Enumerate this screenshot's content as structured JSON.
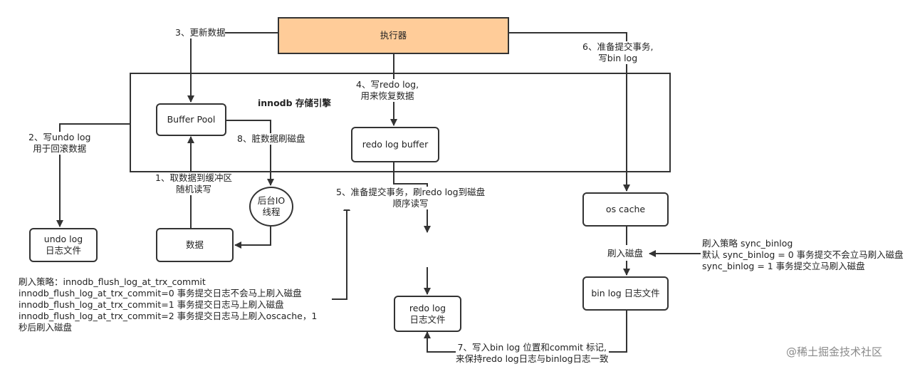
{
  "nodes": {
    "executor": {
      "label": "执行器",
      "fill": "#ffcc99"
    },
    "buffer_pool": {
      "label": "Buffer Pool"
    },
    "redo_log_buffer": {
      "label": "redo log buffer"
    },
    "undo_log_file": {
      "label": "undo log\n日志文件"
    },
    "data": {
      "label": "数据"
    },
    "background_io": {
      "label": "后台IO\n线程"
    },
    "redo_log_file": {
      "label": "redo log\n日志文件"
    },
    "os_cache": {
      "label": "os cache"
    },
    "bin_log_file": {
      "label": "bin log 日志文件"
    }
  },
  "innodb_label": "innodb 存储引擎",
  "edges": {
    "e1": "1、取数据到缓冲区\n随机读写",
    "e2": "2、写undo log\n用于回滚数据",
    "e3": "3、更新数据",
    "e4": "4、写redo log,\n用来恢复数据",
    "e5": "5、准备提交事务，刷redo log到磁盘\n顺序读写",
    "e6": "6、准备提交事务,\n写bin log",
    "e7": "7、写入bin log 位置和commit 标记,\n来保持redo log日志与binlog日志一致",
    "e8": "8、脏数据刷磁盘",
    "flush_disk": "刷入磁盘"
  },
  "notes": {
    "innodb_policy": "刷入策略：innodb_flush_log_at_trx_commit\ninnodb_flush_log_at_trx_commit=0 事务提交日志不会马上刷入磁盘\ninnodb_flush_log_at_trx_commit=1 事务提交日志马上刷入磁盘\ninnodb_flush_log_at_trx_commit=2 事务提交日志马上刷入oscache，1\n秒后刷入磁盘",
    "binlog_policy": "刷入策略 sync_binlog\n默认 sync_binlog = 0 事务提交不会立马刷入磁盘\n sync_binlog = 1 事务提交立马刷入磁盘"
  },
  "watermark": "@稀土掘金技术社区",
  "colors": {
    "stroke": "#333333",
    "executor_fill": "#ffcc99"
  }
}
